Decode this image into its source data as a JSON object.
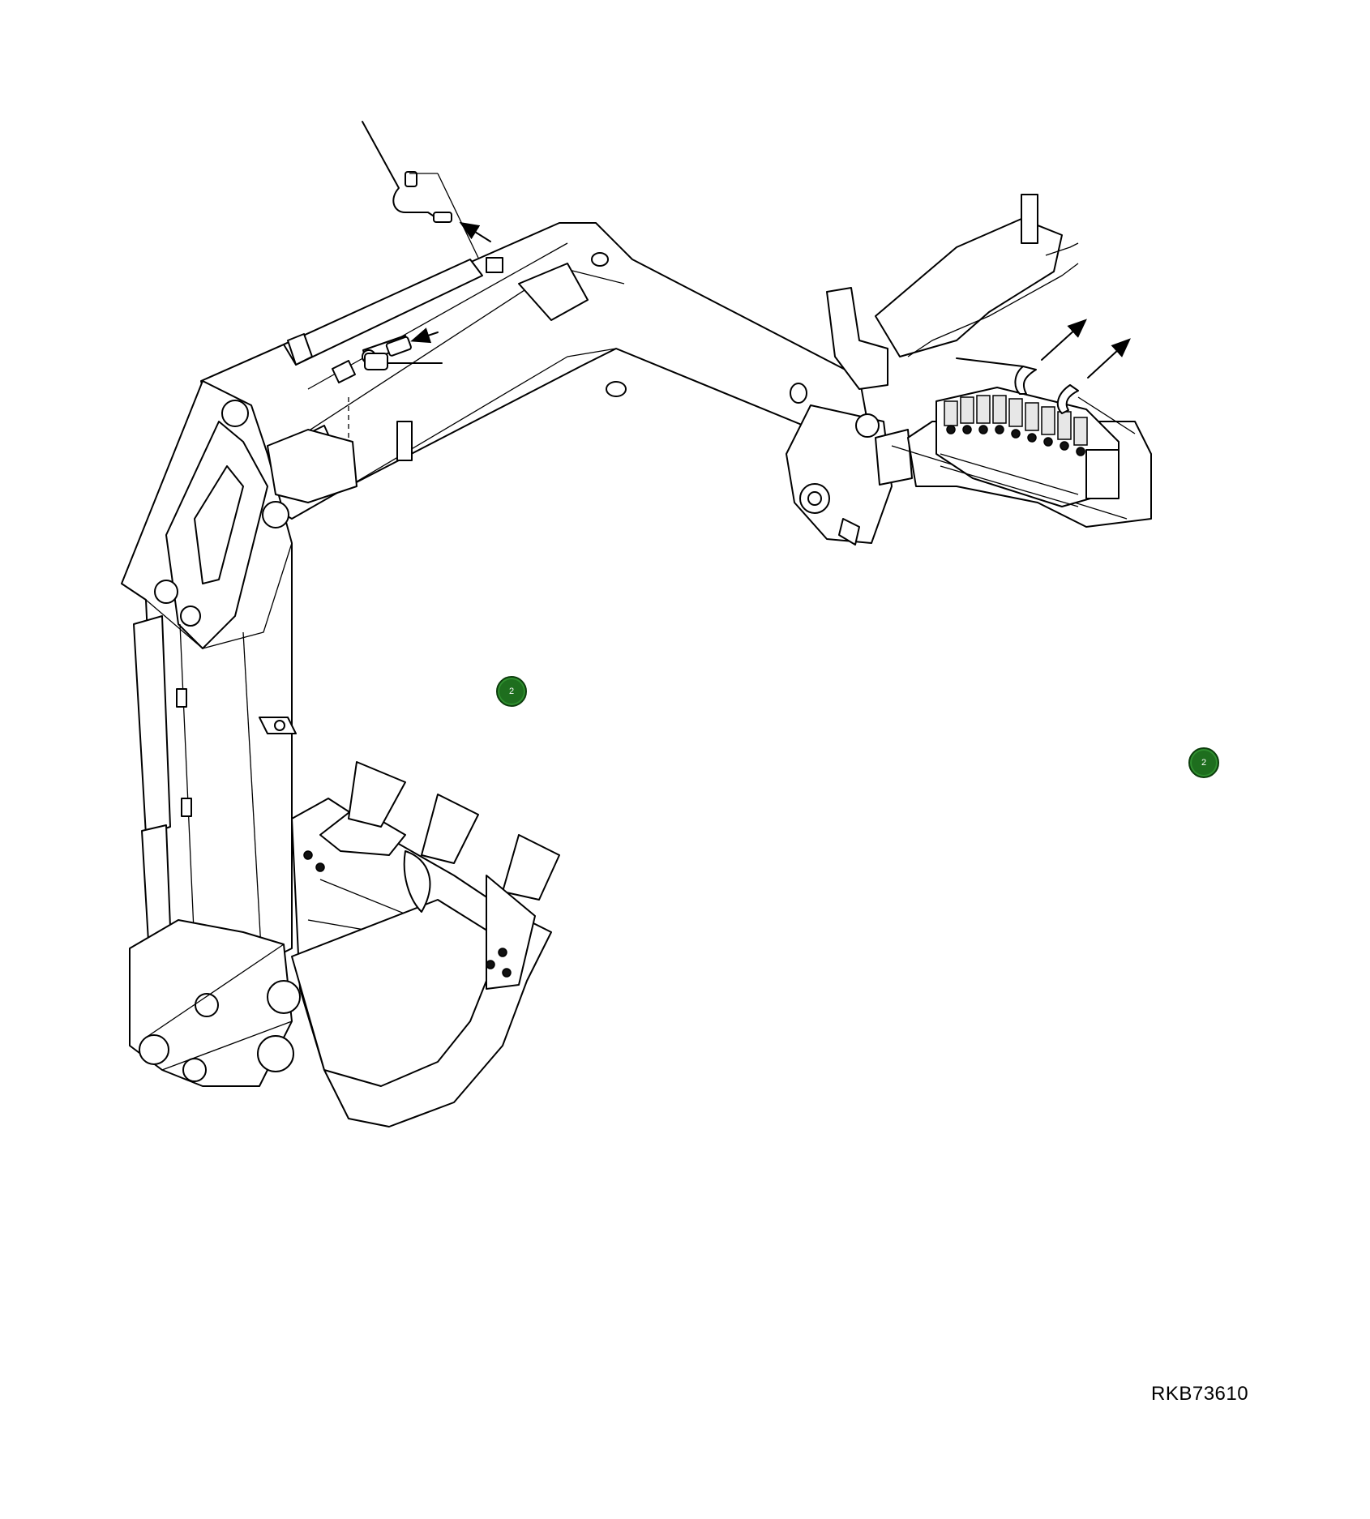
{
  "figure": {
    "id": "RKB73610"
  },
  "callouts": [
    {
      "label": "2",
      "color": "#1e6e1e"
    },
    {
      "label": "2",
      "color": "#1e6e1e"
    }
  ],
  "icons": [
    "arrow-icon"
  ]
}
